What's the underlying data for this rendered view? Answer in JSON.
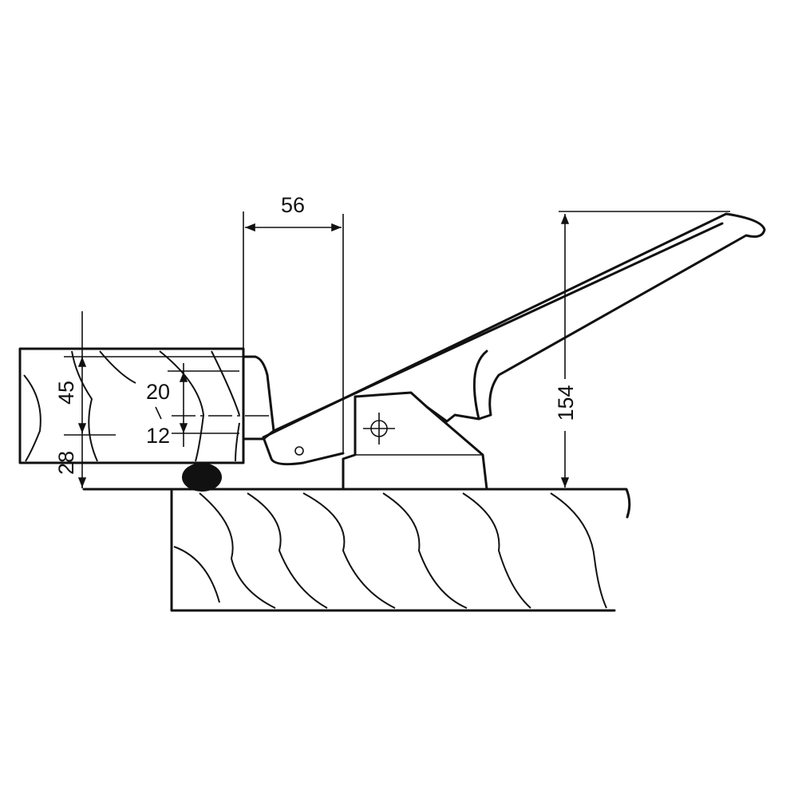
{
  "diagram": {
    "dimensions": {
      "width_56": "56",
      "height_154": "154",
      "height_45": "45",
      "offset_20": "20",
      "offset_12": "12",
      "gap_28": "28"
    },
    "line_color": "#111111",
    "background_color": "#ffffff"
  }
}
